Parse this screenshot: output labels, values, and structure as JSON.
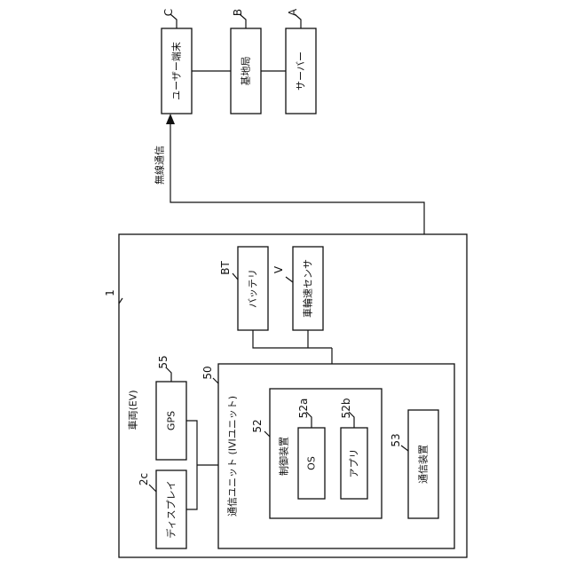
{
  "server_a": {
    "ref": "A",
    "label": "サーバー"
  },
  "base_station_b": {
    "ref": "B",
    "label": "基地局"
  },
  "user_terminal_c": {
    "ref": "C",
    "label": "ユーザー端末"
  },
  "wireless_link": {
    "label": "無線通信"
  },
  "vehicle": {
    "ref": "1",
    "label": "車両(EV)"
  },
  "battery": {
    "ref": "BT",
    "label": "バッテリ"
  },
  "wheel_speed_sensor": {
    "ref": "V",
    "label": "車輪速センサ"
  },
  "gps": {
    "ref": "55",
    "label": "GPS"
  },
  "display": {
    "ref": "2c",
    "label": "ディスプレイ"
  },
  "comm_unit": {
    "ref": "50",
    "label": "通信ユニット (IVIユニット)"
  },
  "control_device": {
    "ref": "52",
    "label": "制御装置"
  },
  "os": {
    "ref": "52a",
    "label": "OS"
  },
  "app": {
    "ref": "52b",
    "label": "アプリ"
  },
  "comm_device": {
    "ref": "53",
    "label": "通信装置"
  }
}
